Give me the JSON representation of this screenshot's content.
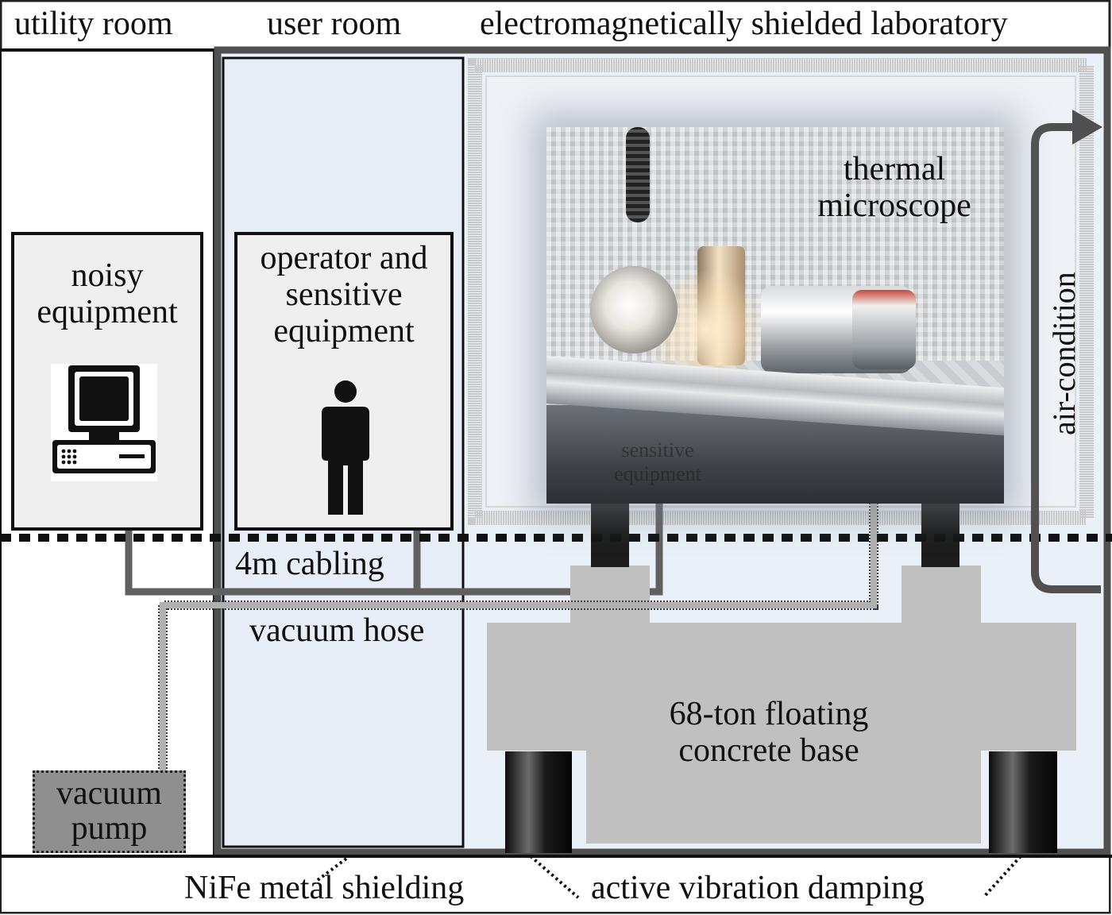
{
  "headers": {
    "utility_room": "utility room",
    "user_room": "user room",
    "shielded_lab": "electromagnetically shielded laboratory"
  },
  "labels": {
    "noisy_equipment_line1": "noisy",
    "noisy_equipment_line2": "equipment",
    "operator_line1": "operator and",
    "operator_line2": "sensitive",
    "operator_line3": "equipment",
    "thermal_line1": "thermal",
    "thermal_line2": "microscope",
    "photo_overlay_line1": "sensitive",
    "photo_overlay_line2": "equipment",
    "air_condition": "air-condition",
    "cabling": "4m cabling",
    "vacuum_hose": "vacuum hose",
    "base_line1": "68-ton floating",
    "base_line2": "concrete base",
    "vacuum_pump_line1": "vacuum",
    "vacuum_pump_line2": "pump",
    "nife_shielding": "NiFe metal shielding",
    "vibration_damping": "active vibration damping"
  },
  "icons": [
    "computer-icon",
    "person-icon"
  ],
  "colors": {
    "user_room_fill": "#e8eef7",
    "lab_fill": "#eaf0f8",
    "box_fill": "#efefef",
    "concrete": "#c0c0c0",
    "pump_fill": "#8f8f8f",
    "cable": "#606060",
    "hose": "#9a9a9a",
    "wall": "#505050"
  }
}
